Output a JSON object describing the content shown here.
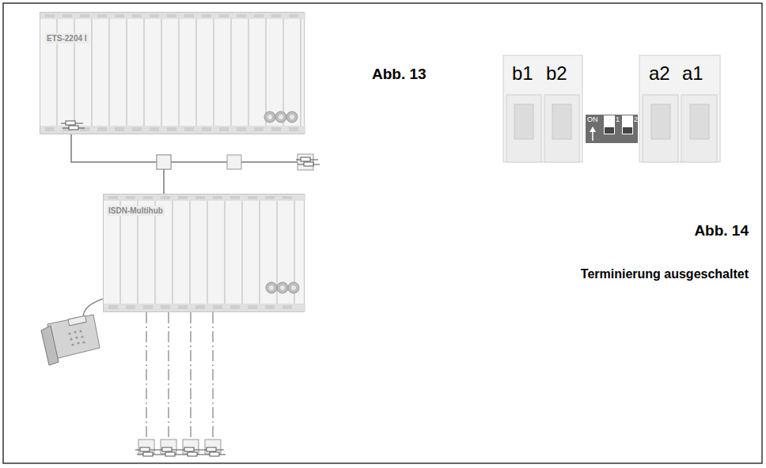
{
  "diagram": {
    "nodes": [
      {
        "text": [
          "ETS-2204 I"
        ]
      },
      {
        "text": [
          "ISDN-Multihub"
        ]
      }
    ],
    "edges": [
      {
        "from": 0,
        "to": 1,
        "arrow": "none"
      }
    ],
    "labels": [
      "Abb. 13",
      "b1",
      "b2",
      "a2",
      "a1",
      "ON",
      "1",
      "2",
      "Abb. 14",
      "Terminierung ausgeschaltet"
    ]
  }
}
